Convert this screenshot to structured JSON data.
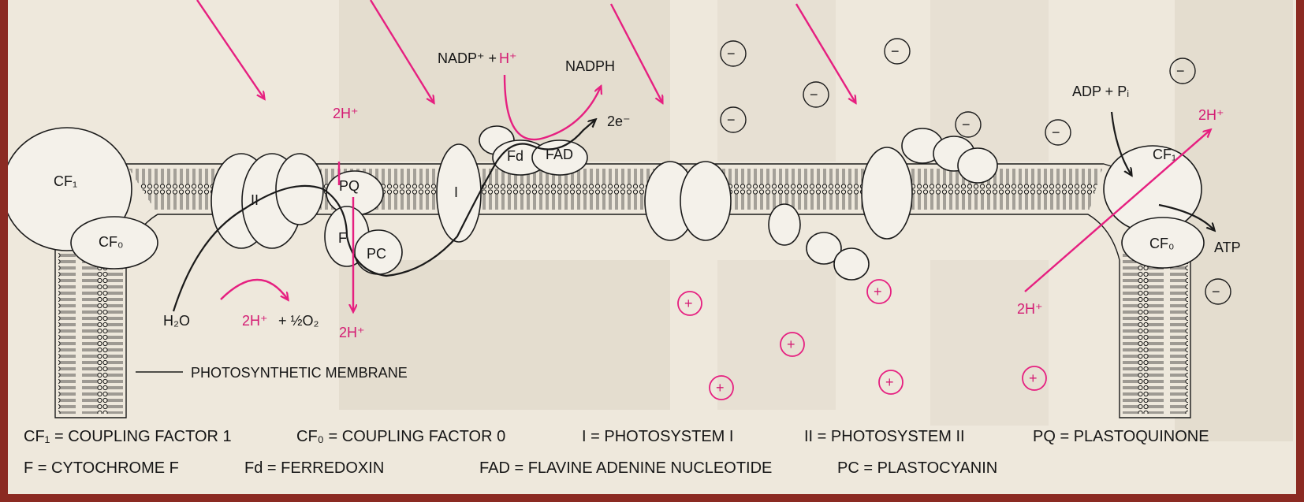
{
  "labels": {
    "cf1_left": "CF₁",
    "cf0_left": "CF₀",
    "ps2": "II",
    "pq": "PQ",
    "f": "F",
    "pc": "PC",
    "ps1": "I",
    "fd": "Fd",
    "fad": "FAD",
    "two_e": "2e⁻",
    "nadp": "NADP⁺ +",
    "h_plus": "H⁺",
    "nadph": "NADPH",
    "two_h_top": "2H⁺",
    "h2o": "H₂O",
    "two_h_water": "2H⁺",
    "half_o2": "+ ½O₂",
    "two_h_lumen": "2H⁺",
    "membrane": "PHOTOSYNTHETIC MEMBRANE",
    "adp": "ADP + Pᵢ",
    "two_h_right": "2H⁺",
    "cf1_right": "CF₁",
    "cf0_right": "CF₀",
    "atp": "ATP",
    "two_h_right_low": "2H⁺",
    "minus_sign": "−",
    "plus_sign": "+"
  },
  "legend": {
    "row1": [
      "CF₁ = COUPLING FACTOR 1",
      "CF₀ = COUPLING FACTOR 0",
      "I = PHOTOSYSTEM I",
      "II = PHOTOSYSTEM II",
      "PQ = PLASTOQUINONE"
    ],
    "row2": [
      "F = CYTOCHROME F",
      "Fd = FERREDOXIN",
      "FAD = FLAVINE ADENINE NUCLEOTIDE",
      "PC = PLASTOCYANIN"
    ]
  },
  "colors": {
    "magenta": "#e61f80",
    "ink": "#1a1a1a",
    "paper": "#eee8dc",
    "frame": "#8b2a22"
  }
}
